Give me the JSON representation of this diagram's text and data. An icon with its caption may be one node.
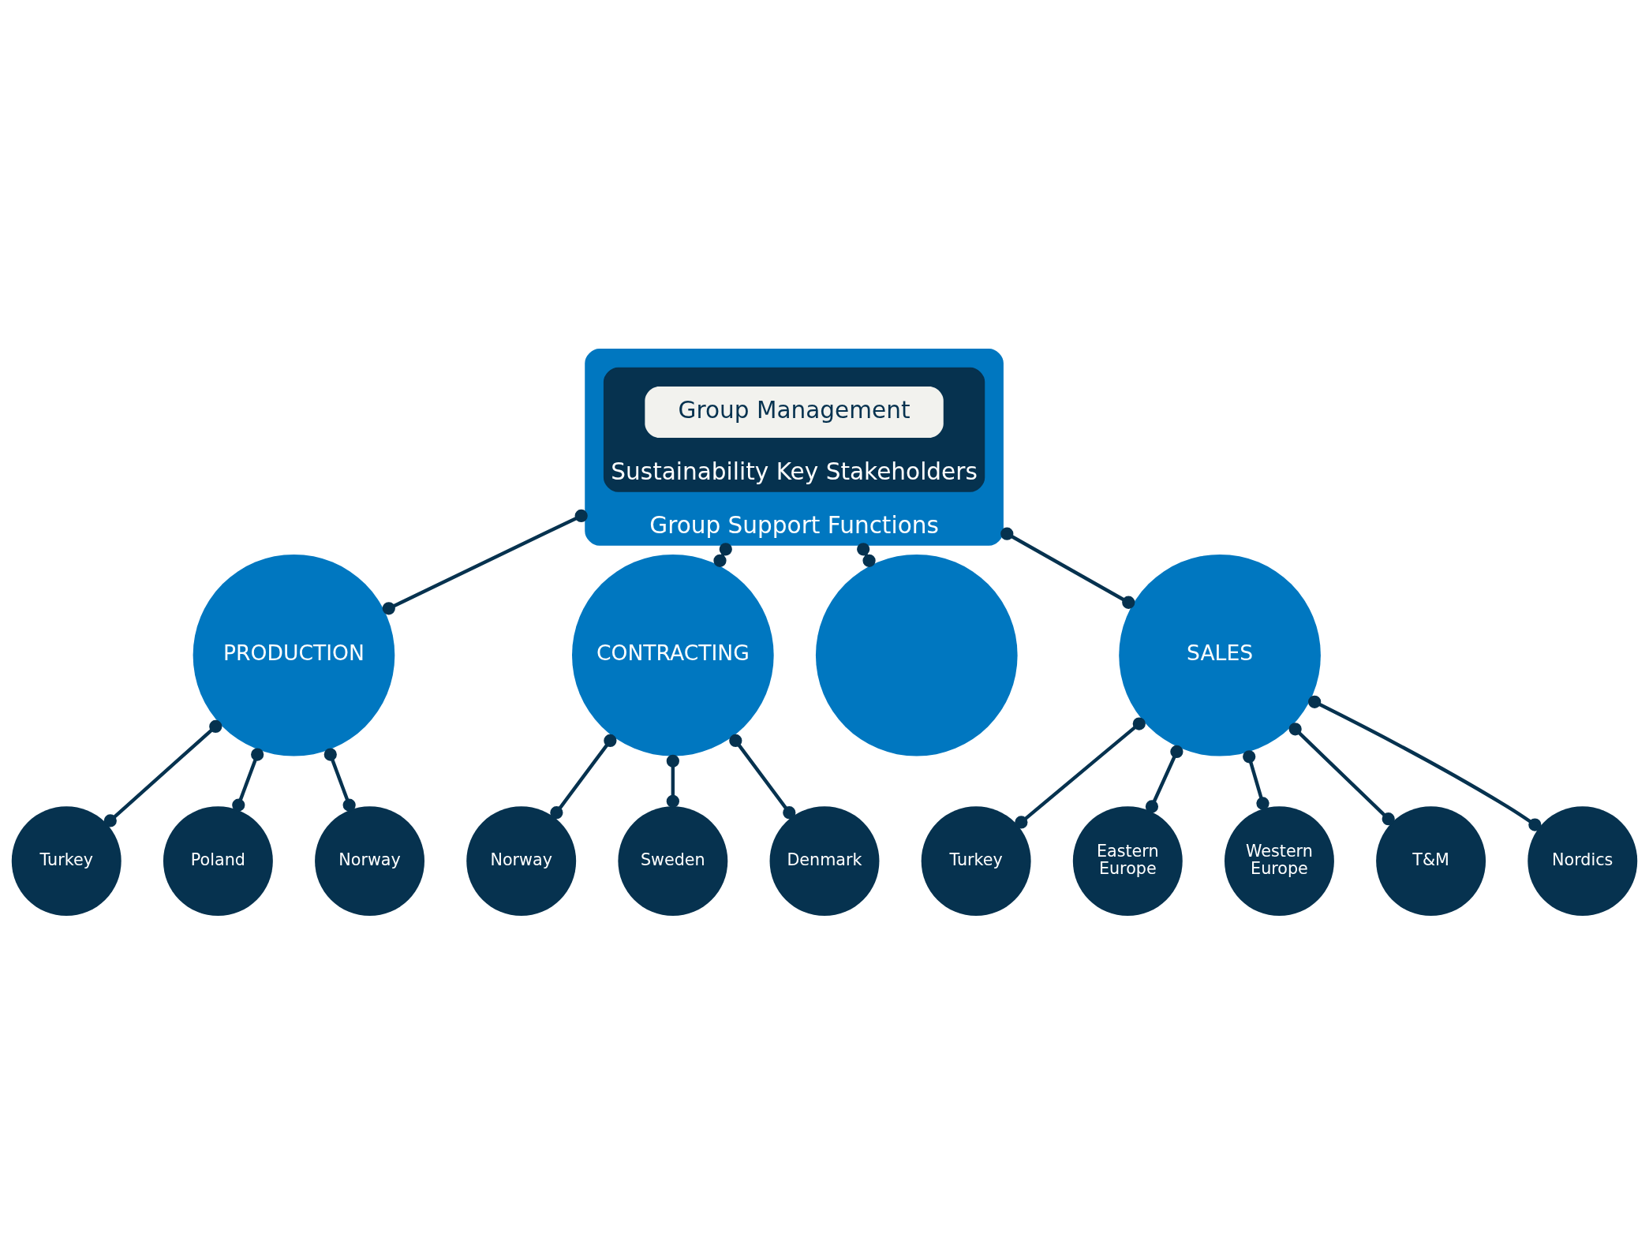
{
  "diagram": {
    "nodes": [
      {
        "text": [
          "Group Support Functions"
        ]
      },
      {
        "text": [
          "Sustainability Key Stakeholders"
        ],
        "in": 0
      },
      {
        "text": [
          "Group Management"
        ],
        "in": 1
      },
      {
        "text": [
          "PRODUCTION"
        ]
      },
      {
        "text": [
          "CONTRACTING"
        ]
      },
      {
        "text": [],
        "shape": "circle"
      },
      {
        "text": [
          "SALES"
        ]
      },
      {
        "text": [
          "Turkey"
        ]
      },
      {
        "text": [
          "Poland"
        ]
      },
      {
        "text": [
          "Norway"
        ]
      },
      {
        "text": [
          "Norway"
        ]
      },
      {
        "text": [
          "Sweden"
        ]
      },
      {
        "text": [
          "Denmark"
        ]
      },
      {
        "text": [
          "Turkey"
        ]
      },
      {
        "text": [
          "Eastern Europe"
        ]
      },
      {
        "text": [
          "Western Europe"
        ]
      },
      {
        "text": [
          "T&M"
        ]
      },
      {
        "text": [
          "Nordics"
        ]
      }
    ],
    "edges": [
      {
        "from": 0,
        "to": 3,
        "arrow": "other"
      },
      {
        "from": 0,
        "to": 4,
        "arrow": "other"
      },
      {
        "from": 0,
        "to": 5,
        "arrow": "other"
      },
      {
        "from": 0,
        "to": 6,
        "arrow": "other"
      },
      {
        "from": 3,
        "to": 7,
        "arrow": "other"
      },
      {
        "from": 3,
        "to": 8,
        "arrow": "other"
      },
      {
        "from": 3,
        "to": 9,
        "arrow": "other"
      },
      {
        "from": 4,
        "to": 10,
        "arrow": "other"
      },
      {
        "from": 4,
        "to": 11,
        "arrow": "other"
      },
      {
        "from": 4,
        "to": 12,
        "arrow": "other"
      },
      {
        "from": 6,
        "to": 13,
        "arrow": "other"
      },
      {
        "from": 6,
        "to": 14,
        "arrow": "other"
      },
      {
        "from": 6,
        "to": 15,
        "arrow": "other"
      },
      {
        "from": 6,
        "to": 16,
        "arrow": "other"
      },
      {
        "from": 6,
        "to": 17,
        "arrow": "other"
      }
    ]
  }
}
